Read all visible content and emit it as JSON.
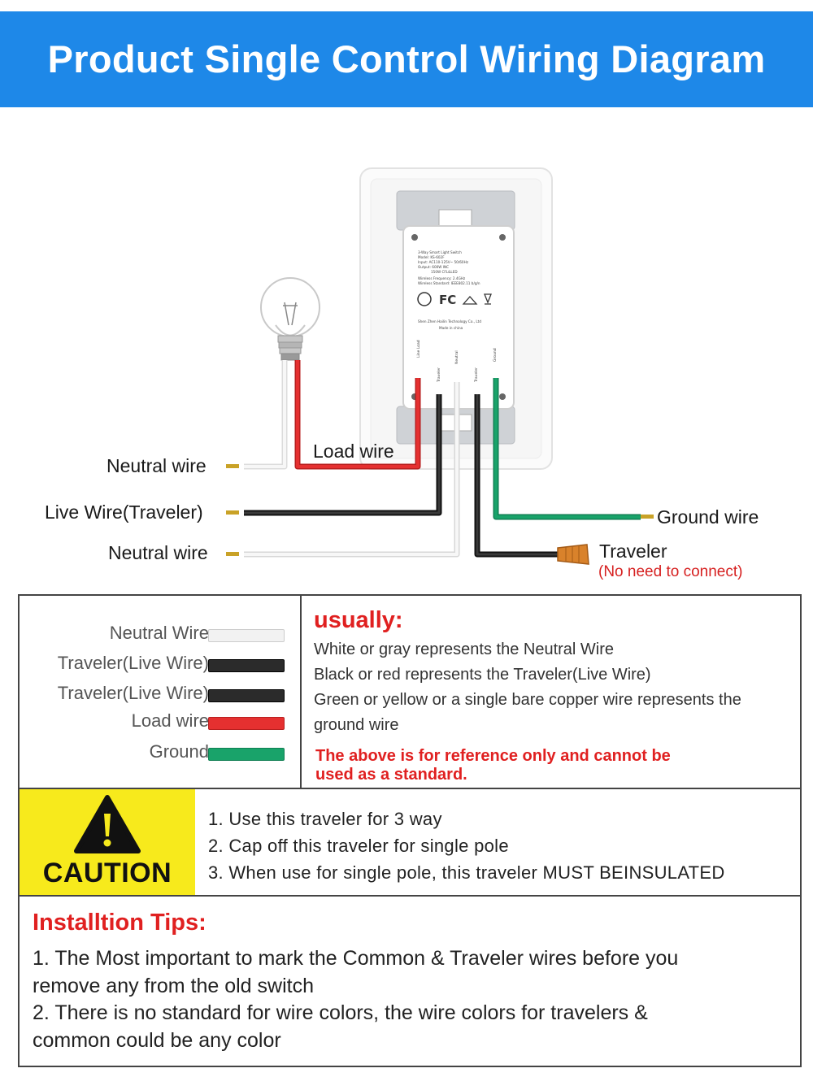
{
  "header": {
    "title": "Product Single Control Wiring Diagram"
  },
  "diagram": {
    "labels": {
      "neutral_top": "Neutral wire",
      "load": "Load wire",
      "live": "Live Wire(Traveler)",
      "neutral_bottom": "Neutral wire",
      "ground": "Ground wire",
      "traveler": "Traveler",
      "traveler_note": "(No need to connect)"
    },
    "device_label": {
      "title": "3-Way Smart Light Switch",
      "model": "Model: KS-602F",
      "input": "Input: AC110-125V~ 50/60Hz",
      "output": "Output: 600W INC",
      "output2": "150W CFL&LED",
      "freq": "Wireless Frequency: 2.4GHz",
      "standard": "Wireless Standard: IEEE802.11 b/g/n",
      "cert": "FC",
      "maker": "Shen Zhen Hailin Technology Co., Ltd",
      "origin": "Made in china",
      "terminals": [
        "Line Load",
        "Traveler",
        "Neutral",
        "Traveler",
        "Ground"
      ]
    }
  },
  "legend": {
    "items": [
      {
        "name": "Neutral Wire",
        "color": "#f2f2f2"
      },
      {
        "name": "Traveler(Live Wire)",
        "color": "#2b2b2b"
      },
      {
        "name": "Traveler(Live Wire)",
        "color": "#2b2b2b"
      },
      {
        "name": "Load wire",
        "color": "#e53030"
      },
      {
        "name": "Ground",
        "color": "#19a36a"
      }
    ],
    "usually_title": "usually:",
    "lines": [
      "White or gray represents the Neutral Wire",
      "Black or red represents the Traveler(Live Wire)",
      "Green or yellow or a single bare copper wire represents the",
      "ground wire"
    ],
    "warning": [
      "The above is for reference only and cannot be",
      "used as a standard."
    ]
  },
  "caution": {
    "label": "CAUTION",
    "items": [
      "1. Use this traveler for 3 way",
      "2. Cap off this traveler for single pole",
      "3. When use for single pole, this traveler MUST BEINSULATED"
    ]
  },
  "tips": {
    "title": "Installtion Tips:",
    "lines": [
      "1. The Most important to mark the Common & Traveler wires before you",
      "remove any from the old switch",
      "2. There is no standard for wire colors, the wire colors for travelers &",
      "common could be any color"
    ]
  },
  "colors": {
    "header_bg": "#1e88e8",
    "neutral": "#f2f2f2",
    "traveler": "#2b2b2b",
    "load": "#e53030",
    "ground": "#19a36a",
    "caution_yellow": "#f7ea1c",
    "accent_red": "#e02020",
    "connector_orange": "#d9822b"
  }
}
